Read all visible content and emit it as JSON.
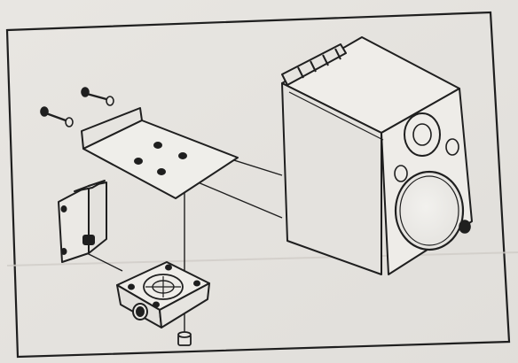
{
  "diagram": {
    "kind": "exploded isometric assembly illustration",
    "parts": [
      "speaker-cabinet",
      "mounting-plate",
      "plate-screws",
      "side-bracket",
      "base-clamp",
      "bottom-bolt"
    ],
    "colors": {
      "paper": "#e9e7e3",
      "ink": "#1f1f1f",
      "background": "#d8d5d0",
      "shadow": "#c9c6c1"
    }
  }
}
